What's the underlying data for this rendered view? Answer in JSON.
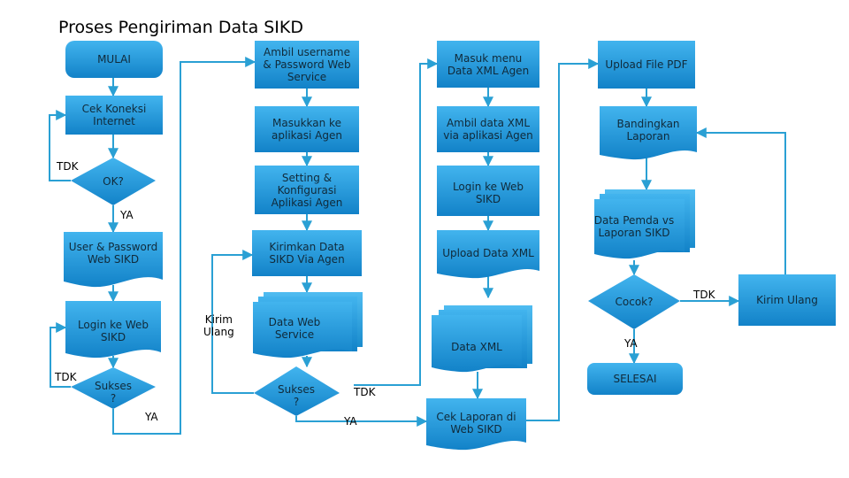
{
  "title": "Proses Pengiriman Data SIKD",
  "colors": {
    "shape_top": "#3fb1ec",
    "shape_bottom": "#1284c9",
    "connector": "#2aa0d4"
  },
  "nodes": {
    "mulai": "MULAI",
    "cek_koneksi": "Cek Koneksi\nInternet",
    "ok": "OK?",
    "user_password": "User & Password\nWeb SIKD",
    "login_web_1": "Login ke Web\nSIKD",
    "sukses_1": "Sukses\n?",
    "ambil_username": "Ambil username\n& Password Web\nService",
    "masukkan_aplikasi": "Masukkan ke\naplikasi Agen",
    "setting": "Setting &\nKonfigurasi\nAplikasi Agen",
    "kirimkan": "Kirimkan Data\nSIKD Via Agen",
    "data_web_service": "Data Web\nService",
    "sukses_2": "Sukses\n?",
    "masuk_menu": "Masuk menu\nData XML Agen",
    "ambil_xml": "Ambil data XML\nvia aplikasi Agen",
    "login_web_2": "Login ke Web\nSIKD",
    "upload_xml": "Upload Data XML",
    "data_xml": "Data XML",
    "cek_laporan": "Cek Laporan di\nWeb SIKD",
    "upload_pdf": "Upload File PDF",
    "bandingkan": "Bandingkan\nLaporan",
    "data_pemda": "Data Pemda vs\nLaporan SIKD",
    "cocok": "Cocok?",
    "selesai": "SELESAI",
    "kirim_ulang_box": "Kirim Ulang"
  },
  "labels": {
    "tdk_1": "TDK",
    "ya_1": "YA",
    "tdk_2": "TDK",
    "ya_2": "YA",
    "kirim_ulang": "Kirim\nUlang",
    "tdk_3": "TDK",
    "ya_3": "YA",
    "tdk_4": "TDK",
    "ya_4": "YA"
  }
}
